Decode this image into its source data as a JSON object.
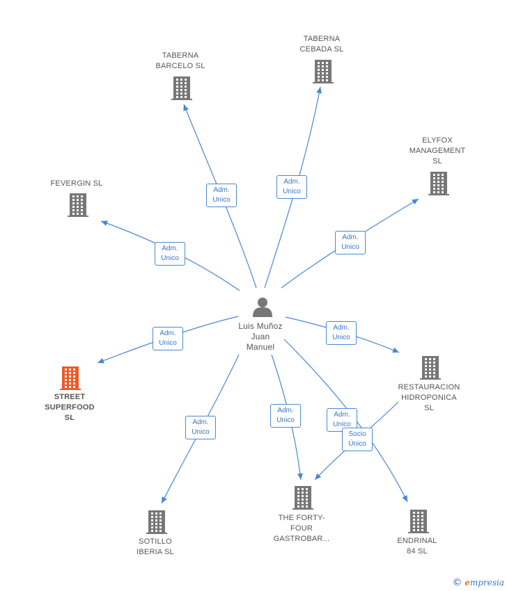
{
  "colors": {
    "edge": "#4a86d4",
    "building": "#777777",
    "highlight": "#f05a28",
    "person": "#777777"
  },
  "center": {
    "name_lines": [
      "Luis Muñoz",
      "Juan",
      "Manuel"
    ],
    "icon": "person-icon"
  },
  "nodes": [
    {
      "id": "taberna-barcelo",
      "lines": [
        "TABERNA",
        "BARCELO SL"
      ],
      "icon": "building-icon"
    },
    {
      "id": "taberna-cebada",
      "lines": [
        "TABERNA",
        "CEBADA SL"
      ],
      "icon": "building-icon"
    },
    {
      "id": "elyfox",
      "lines": [
        "ELYFOX",
        "MANAGEMENT",
        "SL"
      ],
      "icon": "building-icon"
    },
    {
      "id": "fevergin",
      "lines": [
        "FEVERGIN SL"
      ],
      "icon": "building-icon"
    },
    {
      "id": "street-superfood",
      "lines": [
        "STREET",
        "SUPERFOOD",
        "SL"
      ],
      "icon": "building-icon",
      "highlight": true
    },
    {
      "id": "restauracion",
      "lines": [
        "RESTAURACION",
        "HIDROPONICA",
        "SL"
      ],
      "icon": "building-icon"
    },
    {
      "id": "sotillo",
      "lines": [
        "SOTILLO",
        "IBERIA  SL"
      ],
      "icon": "building-icon"
    },
    {
      "id": "forty-four",
      "lines": [
        "THE FORTY-",
        "FOUR",
        "GASTROBAR..."
      ],
      "icon": "building-icon"
    },
    {
      "id": "endrinal",
      "lines": [
        "ENDRINAL",
        "84  SL"
      ],
      "icon": "building-icon"
    }
  ],
  "edges": [
    {
      "to": "taberna-barcelo",
      "label": [
        "Adm.",
        "Unico"
      ]
    },
    {
      "to": "taberna-cebada",
      "label": [
        "Adm.",
        "Unico"
      ]
    },
    {
      "to": "elyfox",
      "label": [
        "Adm.",
        "Unico"
      ]
    },
    {
      "to": "fevergin",
      "label": [
        "Adm.",
        "Unico"
      ]
    },
    {
      "to": "street-superfood",
      "label": [
        "Adm.",
        "Unico"
      ]
    },
    {
      "to": "restauracion",
      "label": [
        "Adm.",
        "Unico"
      ]
    },
    {
      "to": "sotillo",
      "label": [
        "Adm.",
        "Unico"
      ]
    },
    {
      "to": "forty-four",
      "label": [
        "Adm.",
        "Unico"
      ]
    },
    {
      "to": "endrinal",
      "label": [
        "Adm.",
        "Unico"
      ]
    },
    {
      "from": "restauracion",
      "to": "forty-four",
      "label": [
        "Socio",
        "Único"
      ]
    }
  ],
  "footer": {
    "copyright": "©",
    "brand_initial": "e",
    "brand_rest": "mpresia"
  }
}
